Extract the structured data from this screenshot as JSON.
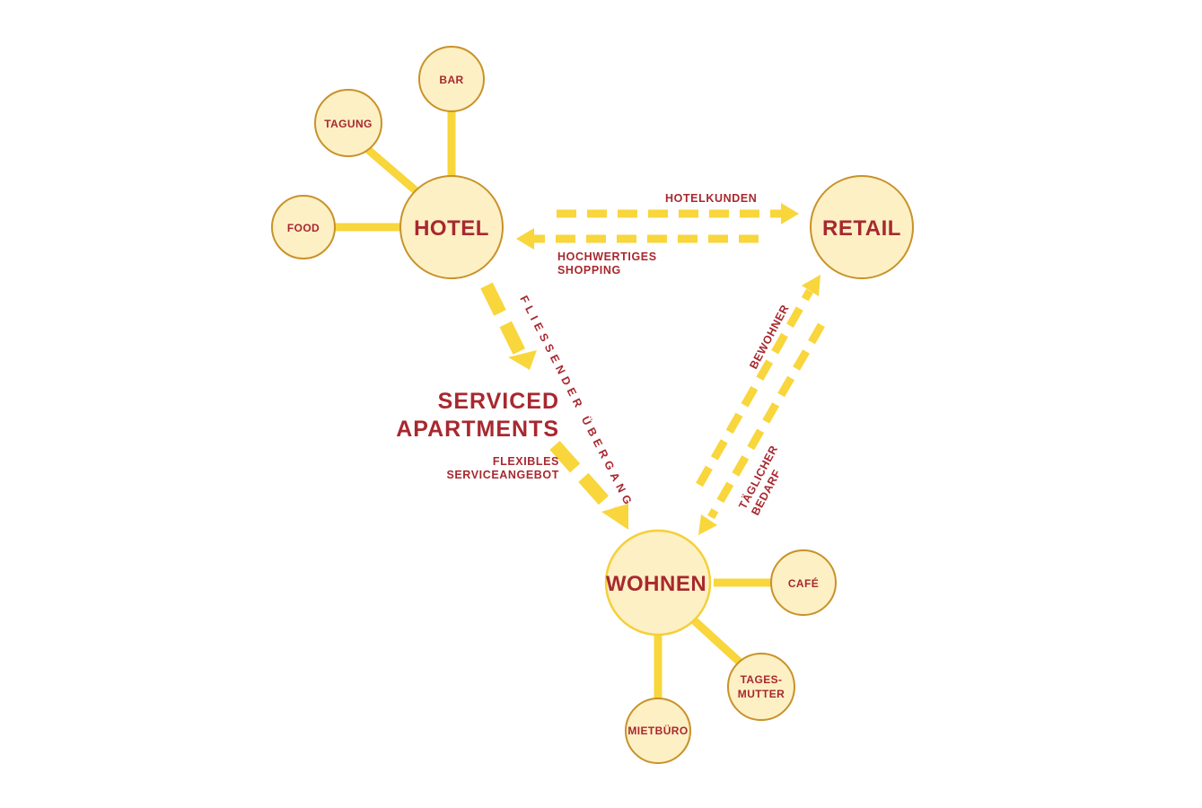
{
  "nodes": {
    "hotel": "HOTEL",
    "retail": "RETAIL",
    "wohnen": "WOHNEN",
    "bar": "BAR",
    "tagung": "TAGUNG",
    "food": "FOOD",
    "cafe": "CAFÉ",
    "tagesmutter_line1": "TAGES-",
    "tagesmutter_line2": "MUTTER",
    "mietbuero": "MIETBÜRO"
  },
  "labels": {
    "hotelkunden": "HOTELKUNDEN",
    "hochwertiges_line1": "HOCHWERTIGES",
    "hochwertiges_line2": "SHOPPING",
    "fliessender": "FLIESSENDER ÜBERGANG",
    "serviced_line1": "SERVICED",
    "serviced_line2": "APARTMENTS",
    "flexibles_line1": "FLEXIBLES",
    "flexibles_line2": "SERVICEANGEBOT",
    "bewohner": "BEWOHNER",
    "taeglicher_line1": "TÄGLICHER",
    "taeglicher_line2": "BEDARF"
  },
  "colors": {
    "text": "#a8282f",
    "connector": "#f8d63c",
    "node_fill": "#fdf0c4",
    "node_border": "#c8922a"
  }
}
